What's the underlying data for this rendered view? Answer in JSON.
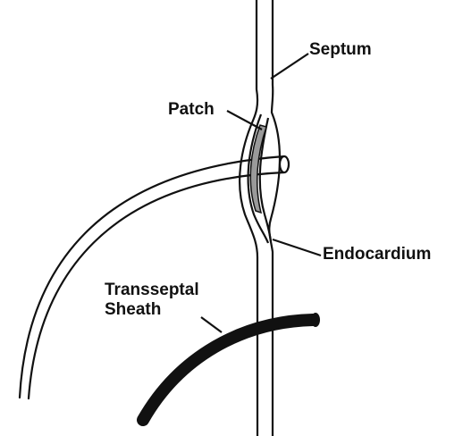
{
  "labels": {
    "septum": "Septum",
    "patch": "Patch",
    "endocardium": "Endocardium",
    "sheath_line1": "Transseptal",
    "sheath_line2": "Sheath"
  },
  "colors": {
    "ink": "#111111",
    "background": "#ffffff",
    "patch_fill": "#9a9a9a"
  }
}
